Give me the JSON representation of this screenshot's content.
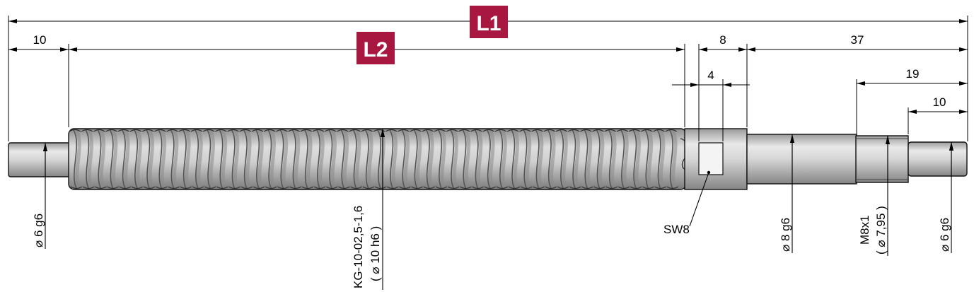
{
  "badges": {
    "overall_length": "L1",
    "thread_length": "L2"
  },
  "dimensions": {
    "left_journal_length": "10",
    "square_length": "8",
    "square_width": "4",
    "right_section_length": "37",
    "m8_section_length": "19",
    "end_journal_length": "10"
  },
  "callouts": {
    "left_journal_diameter": "⌀ 6 g6",
    "thread_designation": "KG-10-02,5-1,6",
    "thread_diameter": "( ⌀ 10 h6 )",
    "wrench_size": "SW8",
    "shoulder_diameter": "⌀ 8 g6",
    "metric_thread": "M8x1",
    "metric_thread_diameter": "( ⌀ 7,95 )",
    "end_journal_diameter": "⌀ 6 g6"
  },
  "colors": {
    "badge": "#a8173f",
    "shaft_light": "#e6e6e6",
    "shaft_dark": "#8f8f8f"
  }
}
